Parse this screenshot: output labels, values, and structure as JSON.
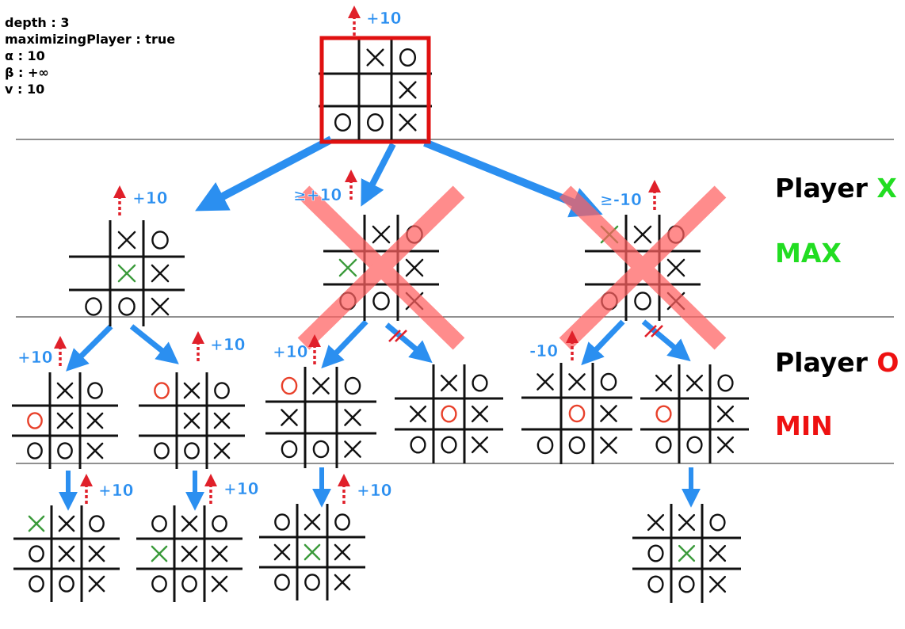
{
  "info": {
    "depth": "depth : 3",
    "maximizing": "maximizingPlayer : true",
    "alpha": "α : 10",
    "beta": "β : +∞",
    "v": "v : 10"
  },
  "labels": {
    "player_x_prefix": "Player ",
    "player_x_mark": "X",
    "max": "MAX",
    "player_o_prefix": "Player ",
    "player_o_mark": "O",
    "min": "MIN"
  },
  "colors": {
    "arrow_blue": "#2b8ff0",
    "arrow_red": "#e0202a",
    "value_blue": "#2b8ff0",
    "mark_black": "#111111",
    "mark_red": "#e8402a",
    "mark_green": "#3a9a3a",
    "max_green": "#22dd22",
    "min_red": "#ee1111",
    "highlight_border": "#e01010",
    "cross_out": "#ff6060"
  },
  "boards": [
    {
      "id": "root",
      "cells": [
        "",
        "X",
        "O",
        "",
        "",
        "X",
        "O",
        "O",
        "X"
      ],
      "highlight": true
    },
    {
      "id": "l1-a",
      "cells": [
        "",
        "X",
        "O",
        "",
        "gX",
        "X",
        "O",
        "O",
        "X"
      ]
    },
    {
      "id": "l1-b",
      "cells": [
        "",
        "X",
        "O",
        "gX",
        "",
        "X",
        "O",
        "O",
        "X"
      ],
      "crossed": true
    },
    {
      "id": "l1-c",
      "cells": [
        "gX",
        "X",
        "O",
        "",
        "",
        "X",
        "O",
        "O",
        "X"
      ],
      "crossed": true
    },
    {
      "id": "l2-a",
      "cells": [
        "",
        "X",
        "O",
        "rO",
        "X",
        "X",
        "O",
        "O",
        "X"
      ]
    },
    {
      "id": "l2-b",
      "cells": [
        "rO",
        "X",
        "O",
        "",
        "X",
        "X",
        "O",
        "O",
        "X"
      ]
    },
    {
      "id": "l2-c",
      "cells": [
        "rO",
        "X",
        "O",
        "X",
        "",
        "X",
        "O",
        "O",
        "X"
      ]
    },
    {
      "id": "l2-d",
      "cells": [
        "",
        "X",
        "O",
        "X",
        "rO",
        "X",
        "O",
        "O",
        "X"
      ]
    },
    {
      "id": "l2-e",
      "cells": [
        "X",
        "X",
        "O",
        "",
        "rO",
        "X",
        "O",
        "O",
        "X"
      ]
    },
    {
      "id": "l2-f",
      "cells": [
        "X",
        "X",
        "O",
        "rO",
        "",
        "X",
        "O",
        "O",
        "X"
      ]
    },
    {
      "id": "l3-a",
      "cells": [
        "gX",
        "X",
        "O",
        "O",
        "X",
        "X",
        "O",
        "O",
        "X"
      ]
    },
    {
      "id": "l3-b",
      "cells": [
        "O",
        "X",
        "O",
        "gX",
        "X",
        "X",
        "O",
        "O",
        "X"
      ]
    },
    {
      "id": "l3-c",
      "cells": [
        "O",
        "X",
        "O",
        "X",
        "gX",
        "X",
        "O",
        "O",
        "X"
      ]
    },
    {
      "id": "l3-d",
      "cells": [
        "X",
        "X",
        "O",
        "O",
        "gX",
        "X",
        "O",
        "O",
        "X"
      ]
    }
  ],
  "values": [
    {
      "id": "v-root",
      "text": "+10"
    },
    {
      "id": "v-l1-a",
      "text": "+10"
    },
    {
      "id": "v-l1-b",
      "text": "≥+10"
    },
    {
      "id": "v-l1-c",
      "text": "≥-10"
    },
    {
      "id": "v-l2-a",
      "text": "+10"
    },
    {
      "id": "v-l2-b",
      "text": "+10"
    },
    {
      "id": "v-l2-c",
      "text": "+10"
    },
    {
      "id": "v-l2-e",
      "text": "-10"
    },
    {
      "id": "v-l3-a",
      "text": "+10"
    },
    {
      "id": "v-l3-b",
      "text": "+10"
    },
    {
      "id": "v-l3-c",
      "text": "+10"
    }
  ]
}
